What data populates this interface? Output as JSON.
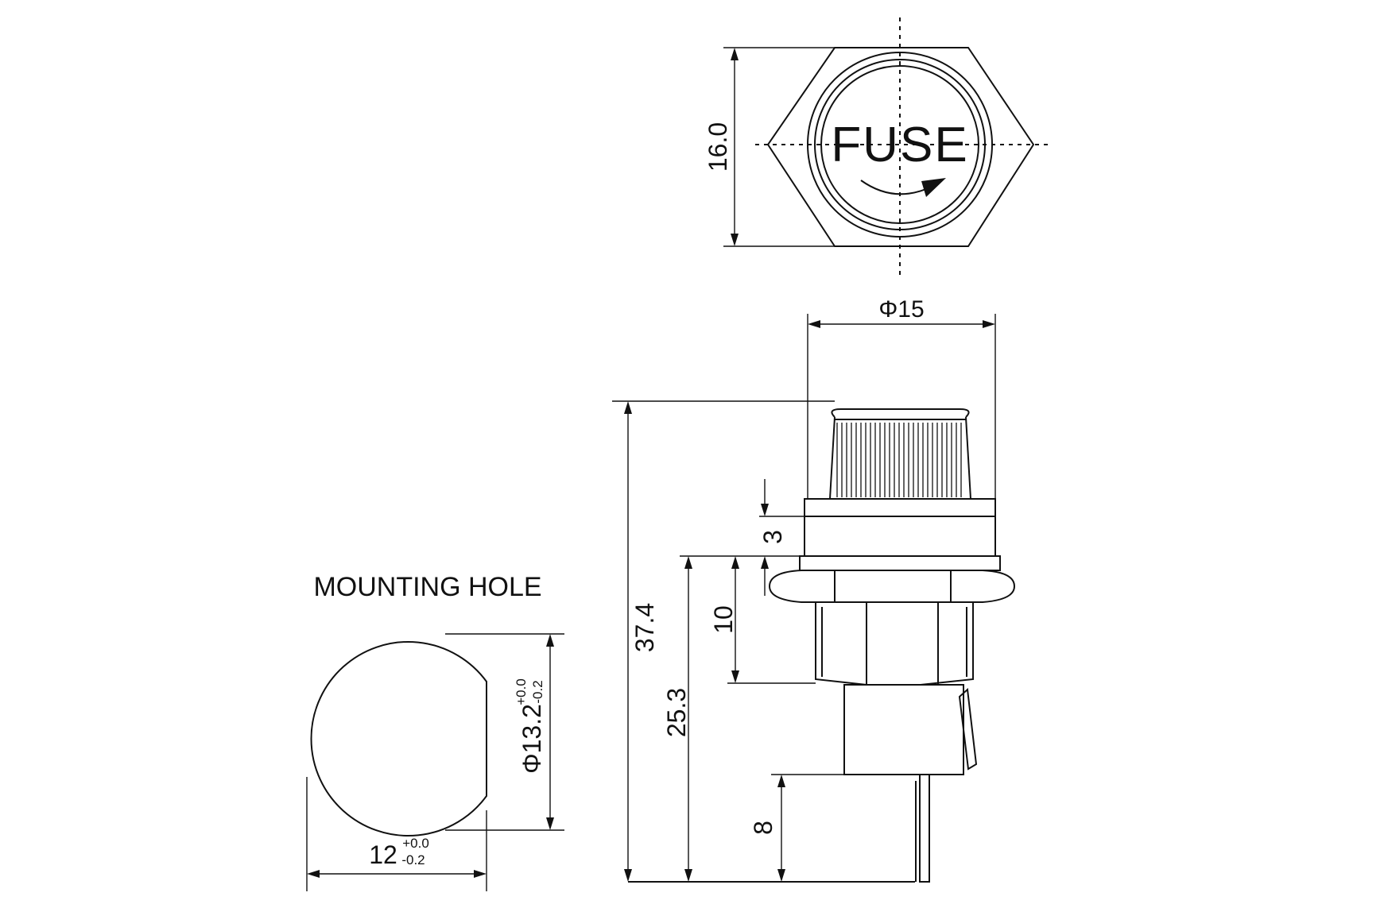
{
  "top_view": {
    "label_text": "FUSE",
    "height_dim": "16.0"
  },
  "side_view": {
    "diameter_dim": "Φ15",
    "total_height_dim": "37.4",
    "body_height_dim": "25.3",
    "thread_dim": "10",
    "collar_dim": "3",
    "pin_dim": "8"
  },
  "mounting_hole": {
    "title": "MOUNTING HOLE",
    "diameter_dim": "Φ13.2",
    "diameter_tol_upper": "+0.0",
    "diameter_tol_lower": "-0.2",
    "width_dim": "12",
    "width_tol_upper": "+0.0",
    "width_tol_lower": "-0.2"
  }
}
